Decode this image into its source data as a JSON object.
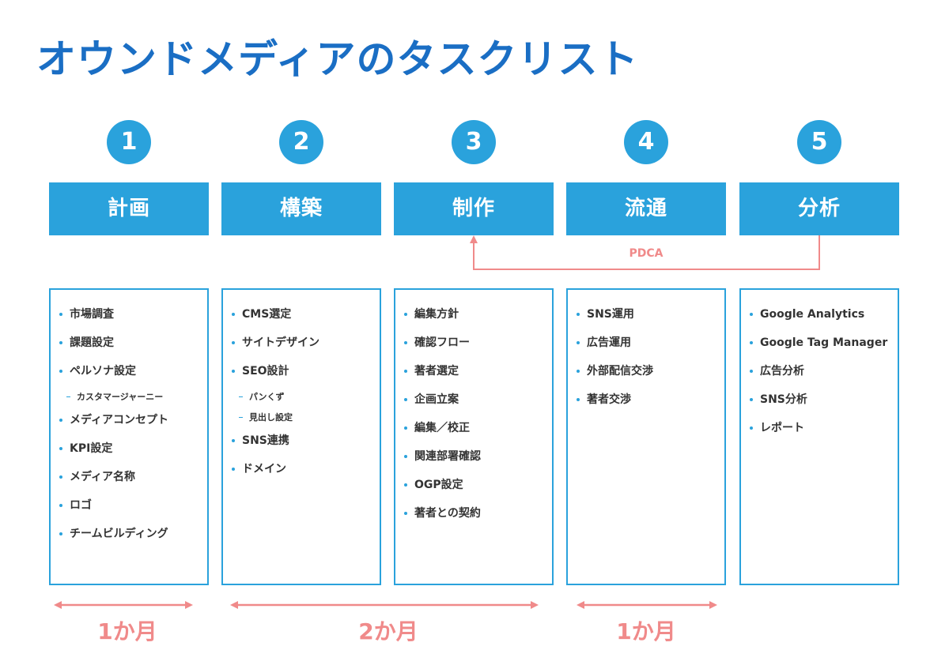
{
  "title": "オウンドメディアのタスクリスト",
  "colors": {
    "title": "#1a6ec4",
    "accent": "#2aa2dc",
    "pdca": "#f08a8a"
  },
  "phases": [
    {
      "number": "1",
      "label": "計画",
      "tasks": [
        "市場調査",
        "課題設定",
        "ペルソナ設定",
        "カスタマージャーニー",
        "メディアコンセプト",
        "KPI設定",
        "メディア名称",
        "ロゴ",
        "チームビルディング"
      ]
    },
    {
      "number": "2",
      "label": "構築",
      "tasks": [
        "CMS選定",
        "サイトデザイン",
        "SEO設計",
        "パンくず",
        "見出し設定",
        "SNS連携",
        "ドメイン"
      ]
    },
    {
      "number": "3",
      "label": "制作",
      "tasks": [
        "編集方針",
        "確認フロー",
        "著者選定",
        "企画立案",
        "編集／校正",
        "関連部署確認",
        "OGP設定",
        "著者との契約"
      ]
    },
    {
      "number": "4",
      "label": "流通",
      "tasks": [
        "SNS運用",
        "広告運用",
        "外部配信交渉",
        "著者交渉"
      ]
    },
    {
      "number": "5",
      "label": "分析",
      "tasks": [
        "Google Analytics",
        "Google Tag Manager",
        "広告分析",
        "SNS分析",
        "レポート"
      ]
    }
  ],
  "pdca_label": "PDCA",
  "durations": [
    "1か月",
    "2か月",
    "1か月"
  ]
}
